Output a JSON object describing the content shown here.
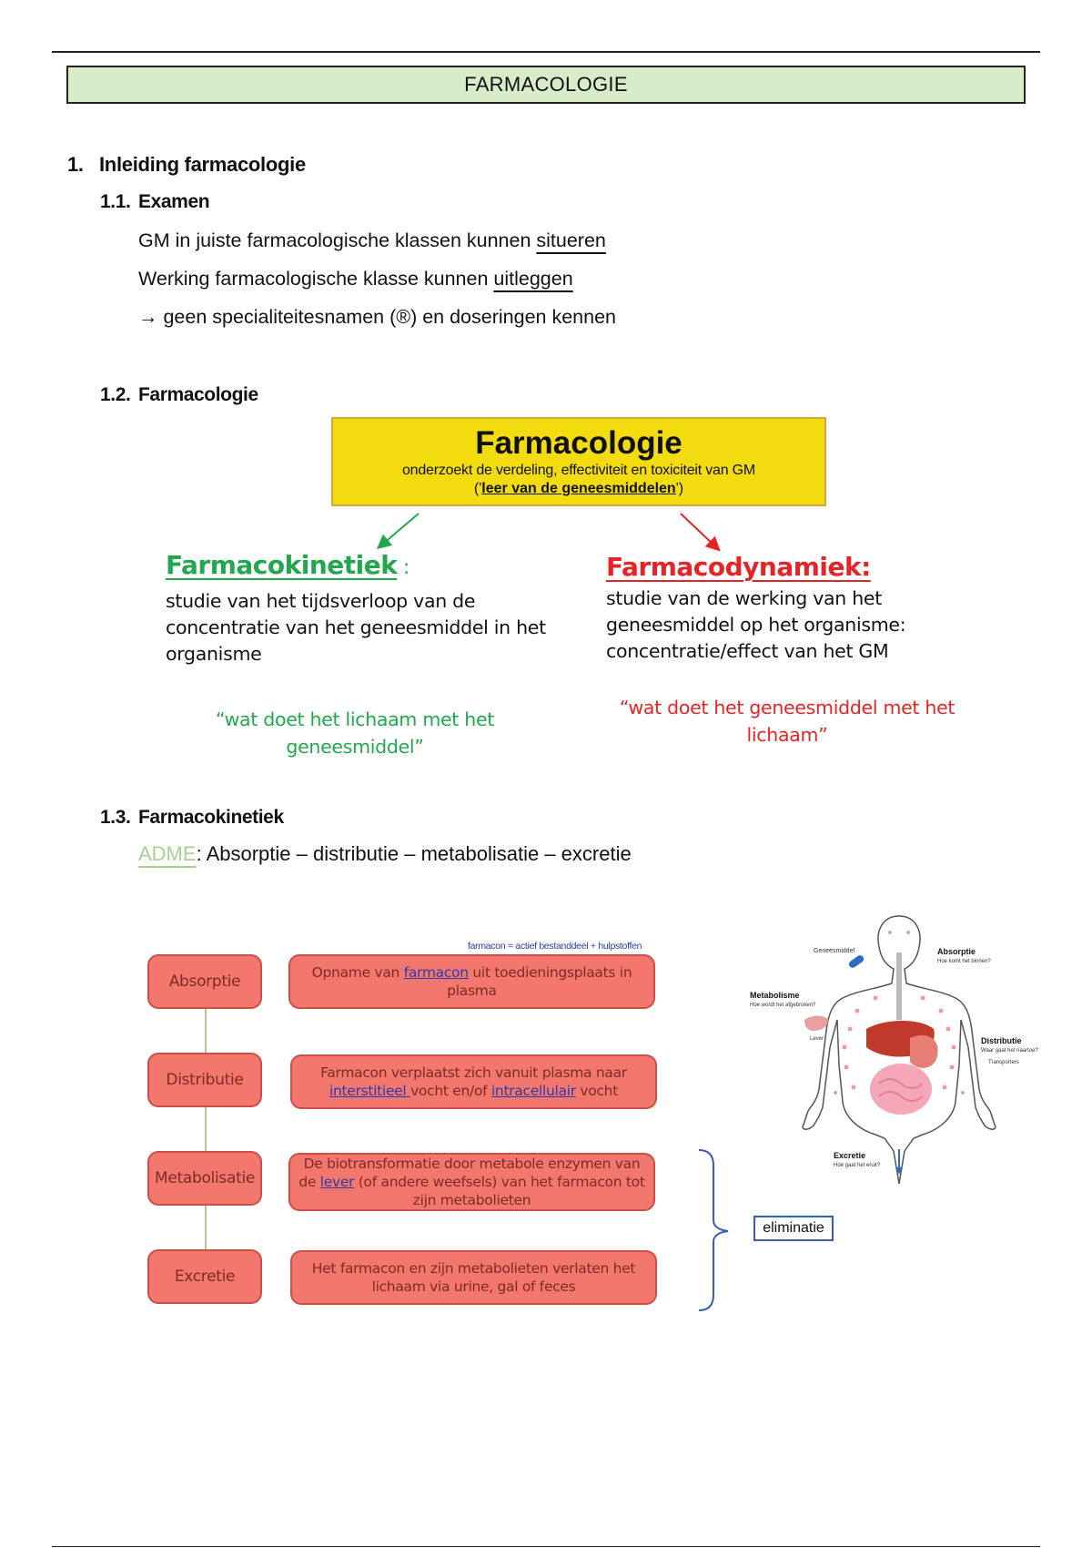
{
  "header": {
    "title": "FARMACOLOGIE"
  },
  "section1": {
    "num": "1.",
    "title": "Inleiding farmacologie"
  },
  "sec11": {
    "num": "1.1.",
    "title": "Examen",
    "line1_pre": "GM in juiste farmacologische klassen kunnen ",
    "line1_ul": "situeren",
    "line2_pre": "Werking farmacologische klasse kunnen ",
    "line2_ul": "uitleggen",
    "line3": "→ geen specialiteitesnamen (®) en doseringen kennen"
  },
  "sec12": {
    "num": "1.2.",
    "title": "Farmacologie",
    "box_title": "Farmacologie",
    "box_sub": "onderzoekt de verdeling, effectiviteit en toxiciteit van GM",
    "box_sub2_pre": "('",
    "box_sub2_bold": "leer van de geneesmiddelen",
    "box_sub2_post": "')",
    "kinetiek": {
      "title": "Farmacokinetiek",
      "colon": " :",
      "text": "studie van het tijdsverloop van de concentratie van het geneesmiddel in het organisme",
      "quote": "“wat doet het lichaam met het geneesmiddel”"
    },
    "dynamiek": {
      "title": "Farmacodynamiek:",
      "text": "studie van de werking van het geneesmiddel op het organisme: concentratie/effect van het GM",
      "quote": "“wat doet het geneesmiddel met het lichaam”"
    }
  },
  "sec13": {
    "num": "1.3.",
    "title": "Farmacokinetiek",
    "adme": "ADME",
    "adme_rest": ": Absorptie – distributie – metabolisatie – excretie",
    "note": "farmacon = actief bestanddeel + hulpstoffen",
    "steps": [
      {
        "label": "Absorptie"
      },
      {
        "label": "Distributie"
      },
      {
        "label": "Metabolisatie"
      },
      {
        "label": "Excretie"
      }
    ],
    "desc1_pre": "Opname van ",
    "desc1_link": "farmacon",
    "desc1_post": " uit toedieningsplaats in plasma",
    "desc2_pre": "Farmacon verplaatst zich vanuit plasma naar ",
    "desc2_link1": "interstitieel ",
    "desc2_mid": "vocht en/of ",
    "desc2_link2": "intracellulair",
    "desc2_post": " vocht",
    "desc3_pre": "De biotransformatie door metabole enzymen van de ",
    "desc3_link": "lever",
    "desc3_post": " (of andere weefsels) van het farmacon tot zijn metabolieten",
    "desc4": "Het farmacon en zijn metabolieten verlaten het lichaam via urine, gal of feces",
    "elim": "eliminatie"
  },
  "body_figure": {
    "geneesmiddel": "Geneesmiddel",
    "absorptie": "Absorptie",
    "absorptie_q": "Hoe komt het binnen?",
    "metabolisme": "Metabolisme",
    "metabolisme_q": "Hoe wordt het afgebroken?",
    "lever": "Lever",
    "distributie": "Distributie",
    "distributie_q": "Waar gaat het naartoe?",
    "transporters": "Transporters",
    "excretie": "Excretie",
    "excretie_q": "Hoe gaat het eruit?"
  },
  "colors": {
    "green": "#21a84e",
    "red": "#e62326",
    "yellow": "#f2dc10",
    "salmon": "#f4776d",
    "title_bg": "#d9ecc9"
  }
}
